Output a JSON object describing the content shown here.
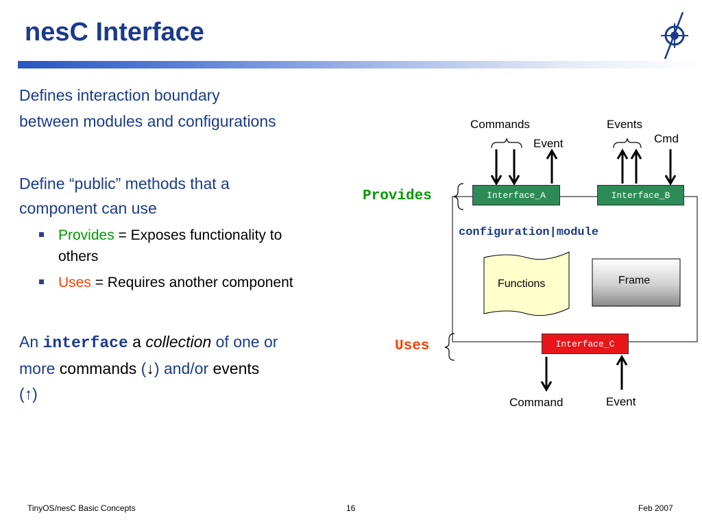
{
  "slide": {
    "title": "nesC Interface",
    "para1": [
      "Defines interaction boundary",
      "between modules and configurations"
    ],
    "para2": [
      "Define “public” methods that a",
      "component can use"
    ],
    "bullets": [
      {
        "keyword": "Provides",
        "rest_line1": " = Exposes functionality to",
        "rest_line2": "others"
      },
      {
        "keyword": "Uses",
        "rest_line1": " = Requires another component"
      }
    ],
    "para3": {
      "an": "An ",
      "interface": "interface",
      "a": " a ",
      "collection": "collection",
      "of_one_or": " of one or",
      "more": "more ",
      "commands": "commands",
      "open_paren": " (",
      "down_arrow": "↓",
      "close_and_or": ") and/or ",
      "events": "events",
      "up_arrow_line": "(↑)"
    }
  },
  "diagram": {
    "label_commands": "Commands",
    "label_event_top": "Event",
    "label_events": "Events",
    "label_cmd": "Cmd",
    "provides": "Provides",
    "uses": "Uses",
    "interface_a": "Interface_A",
    "interface_b": "Interface_B",
    "interface_c": "Interface_C",
    "config_module": "configuration|module",
    "functions": "Functions",
    "frame": "Frame",
    "label_command_bottom": "Command",
    "label_event_bottom": "Event"
  },
  "footer": {
    "left": "TinyOS/nesC Basic Concepts",
    "page": "16",
    "date": "Feb 2007"
  },
  "colors": {
    "title_blue": "#1a3a8c",
    "provides_green": "#009a00",
    "uses_red": "#ff4000",
    "iface_green": "#2e8b57",
    "iface_red": "#e8161b"
  },
  "icons": {
    "logo": "compass-logo-icon"
  }
}
